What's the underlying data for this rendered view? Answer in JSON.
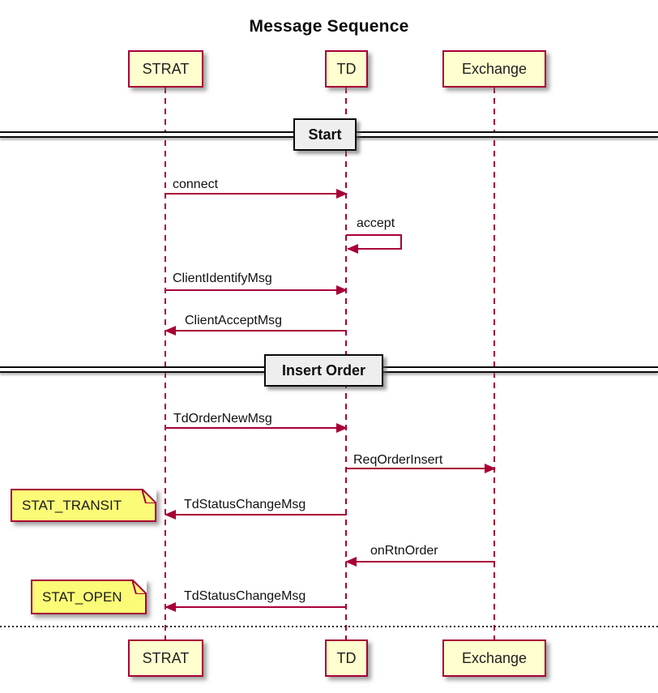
{
  "title": {
    "text": "Message Sequence"
  },
  "participants": [
    {
      "name": "STRAT"
    },
    {
      "name": "TD"
    },
    {
      "name": "Exchange"
    }
  ],
  "dividers": [
    {
      "label": "Start"
    },
    {
      "label": "Insert Order"
    }
  ],
  "messages": [
    {
      "label": "connect",
      "from": "STRAT",
      "to": "TD"
    },
    {
      "label": "accept",
      "from": "TD",
      "to": "TD",
      "self": true
    },
    {
      "label": "ClientIdentifyMsg",
      "from": "STRAT",
      "to": "TD"
    },
    {
      "label": "ClientAcceptMsg",
      "from": "TD",
      "to": "STRAT"
    },
    {
      "label": "TdOrderNewMsg",
      "from": "STRAT",
      "to": "TD"
    },
    {
      "label": "ReqOrderInsert",
      "from": "TD",
      "to": "Exchange"
    },
    {
      "label": "TdStatusChangeMsg",
      "from": "TD",
      "to": "STRAT"
    },
    {
      "label": "onRtnOrder",
      "from": "Exchange",
      "to": "TD"
    },
    {
      "label": "TdStatusChangeMsg",
      "from": "TD",
      "to": "STRAT"
    }
  ],
  "notes": [
    {
      "label": "STAT_TRANSIT"
    },
    {
      "label": "STAT_OPEN"
    }
  ],
  "colors": {
    "accent": "#A80036",
    "participant_fill": "#FEFECE",
    "note_fill": "#FBFB77",
    "divider_fill": "#EEEEEE",
    "text": "#1a1a1a"
  }
}
